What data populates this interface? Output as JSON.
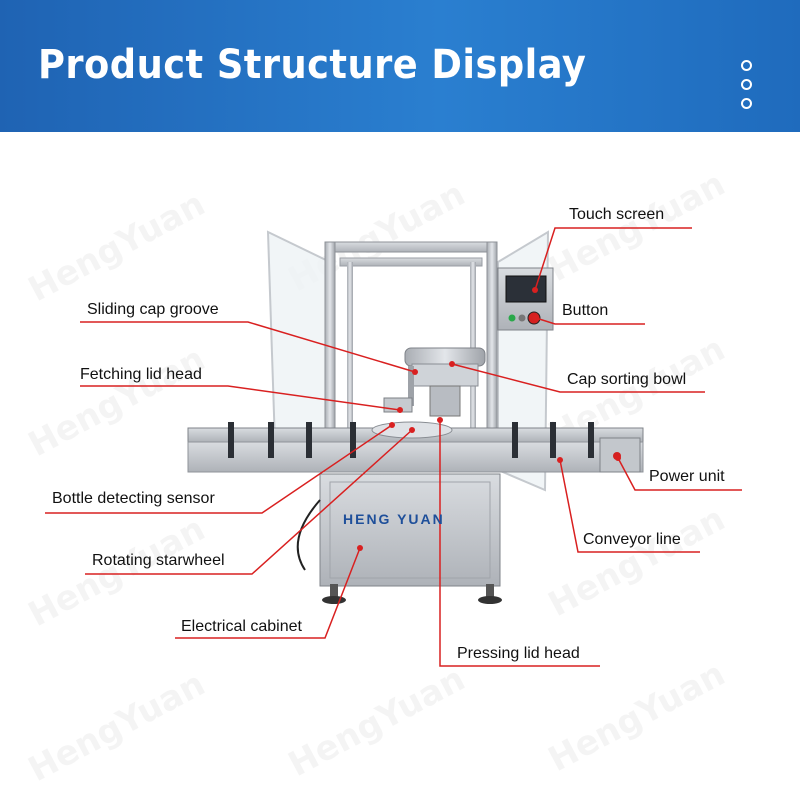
{
  "header": {
    "title": "Product Structure Display",
    "menu_icon": "vertical-dots-icon",
    "bg_color": "#2274c6"
  },
  "watermark": "HengYuan",
  "machine": {
    "brand_logo": "HENG YUAN"
  },
  "labels": {
    "touch_screen": "Touch screen",
    "button": "Button",
    "cap_sorting_bowl": "Cap sorting bowl",
    "power_unit": "Power unit",
    "conveyor_line": "Conveyor line",
    "pressing_lid_head": "Pressing lid head",
    "sliding_cap_groove": "Sliding cap groove",
    "fetching_lid_head": "Fetching lid head",
    "bottle_detecting_sensor": "Bottle detecting sensor",
    "rotating_starwheel": "Rotating starwheel",
    "electrical_cabinet": "Electrical cabinet"
  },
  "colors": {
    "callout_line": "#d92020",
    "steel": "#c9cdd2"
  }
}
